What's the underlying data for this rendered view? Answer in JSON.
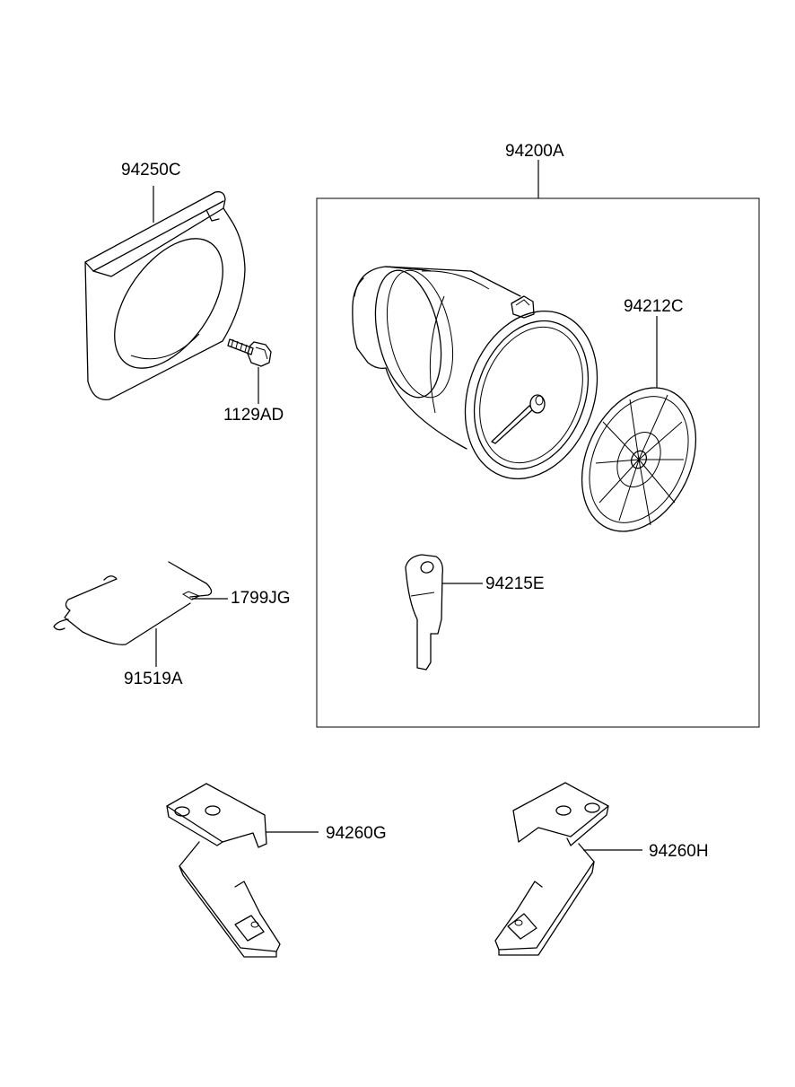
{
  "labels": {
    "p94250C": "94250C",
    "p1129AD": "1129AD",
    "p94200A": "94200A",
    "p94212C": "94212C",
    "p94215E": "94215E",
    "p1799JG": "1799JG",
    "p91519A": "91519A",
    "p94260G": "94260G",
    "p94260H": "94260H"
  }
}
